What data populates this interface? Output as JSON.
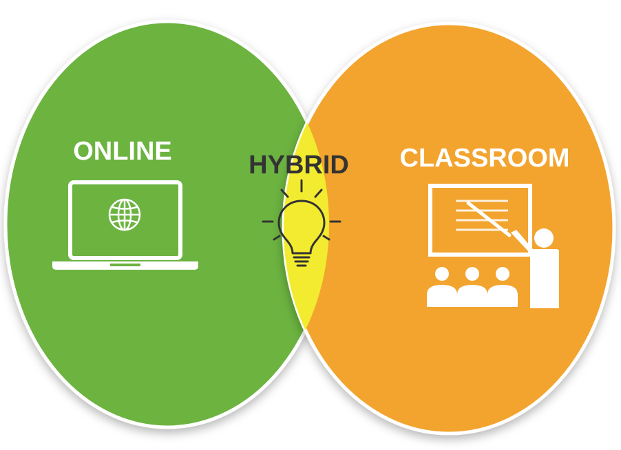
{
  "diagram": {
    "type": "venn",
    "colors": {
      "online": "#6CB33F",
      "classroom": "#F2A42E",
      "hybrid": "#F3EB2F",
      "online_text": "#ffffff",
      "classroom_text": "#ffffff",
      "hybrid_text": "#333333"
    },
    "sets": [
      {
        "key": "online",
        "label": "ONLINE",
        "icon": "laptop-globe-icon"
      },
      {
        "key": "hybrid",
        "label": "HYBRID",
        "icon": "lightbulb-icon"
      },
      {
        "key": "classroom",
        "label": "CLASSROOM",
        "icon": "teacher-presentation-icon"
      }
    ]
  }
}
